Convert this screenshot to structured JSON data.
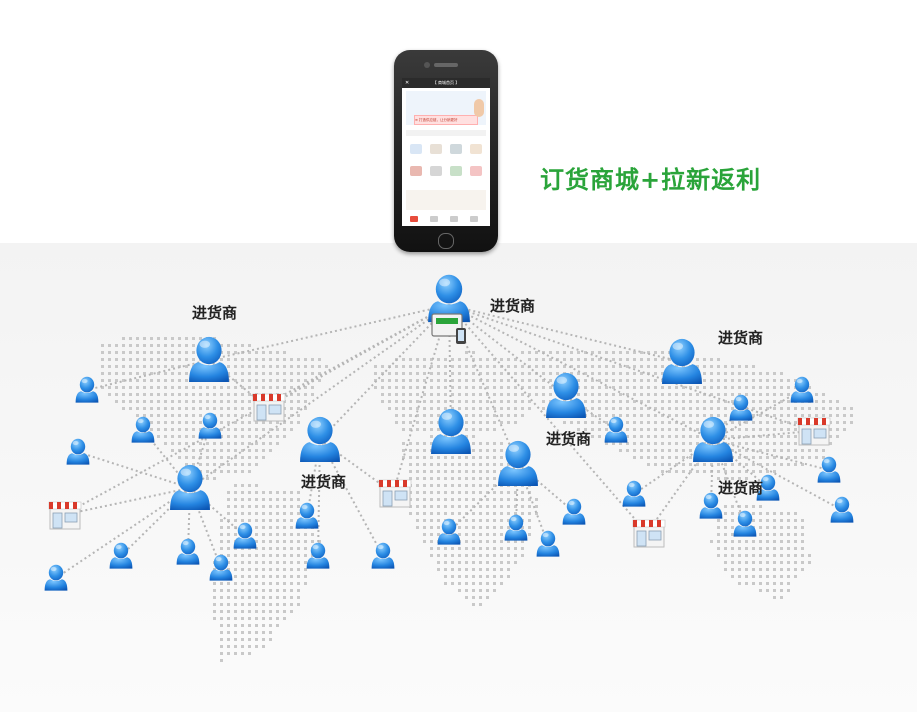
{
  "hero_title": "订货商城+拉新返利",
  "dealer_label": "进货商",
  "phone": {
    "title": "【 商城首页 】",
    "banner_text": "≡ 打造供应链，让分销更好"
  },
  "colors": {
    "accent_green": "#2aa43a",
    "person_blue": "#1e88e5",
    "line_gray": "#b5b5b5",
    "map_dot": "#c9c9c9",
    "shop_red": "#d93a2b"
  },
  "labels": [
    {
      "text": "进货商",
      "node": "dealer-1"
    },
    {
      "text": "进货商",
      "node": "dealer-hub"
    },
    {
      "text": "进货商",
      "node": "dealer-2"
    },
    {
      "text": "进货商",
      "node": "dealer-3"
    },
    {
      "text": "进货商",
      "node": "dealer-4"
    },
    {
      "text": "进货商",
      "node": "dealer-5"
    }
  ]
}
